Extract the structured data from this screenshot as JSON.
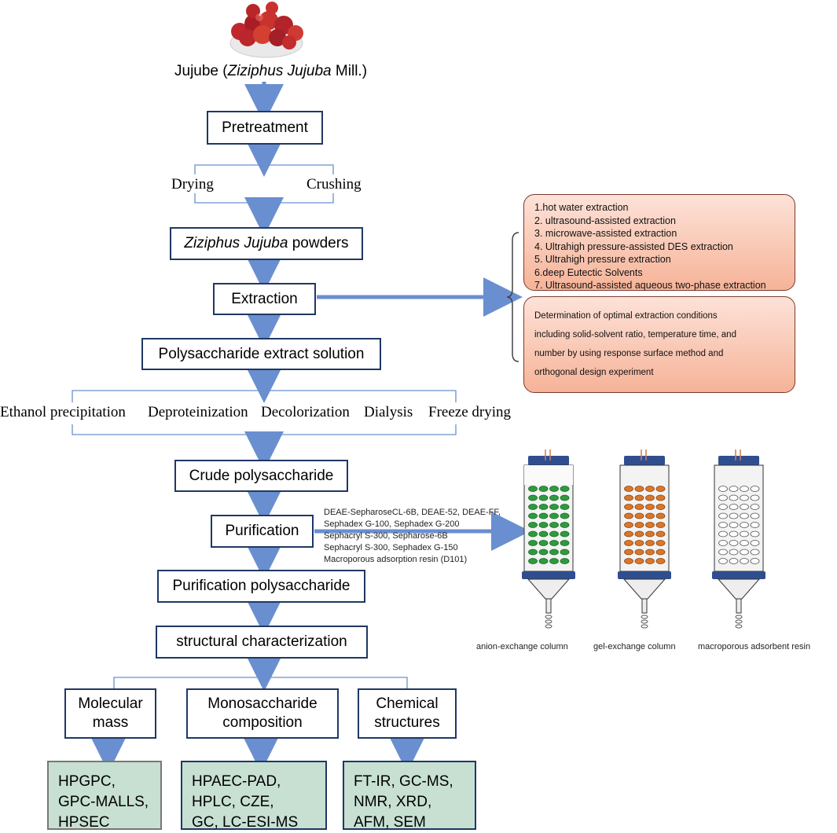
{
  "title": {
    "prefix": "Jujube (",
    "italic": "Ziziphus Jujuba",
    "suffix": " Mill.)"
  },
  "pretreatment": "Pretreatment",
  "pretreatment_steps": [
    "Drying",
    "Crushing"
  ],
  "powders": {
    "italic": "Ziziphus Jujuba",
    "suffix": " powders"
  },
  "extraction": "Extraction",
  "extraction_methods": [
    "1.hot water extraction",
    "2. ultrasound-assisted extraction",
    "3. microwave-assisted extraction",
    "4. Ultrahigh pressure-assisted DES extraction",
    "5. Ultrahigh pressure extraction",
    "6.deep Eutectic Solvents",
    "7. Ultrasound-assisted aqueous two-phase extraction"
  ],
  "extraction_conditions": [
    "Determination of optimal extraction conditions",
    "including solid-solvent ratio, temperature time, and",
    "number by using response surface method and",
    "orthogonal design experiment"
  ],
  "extract_solution": "Polysaccharide extract solution",
  "processing_steps": [
    "Ethanol precipitation",
    "Deproteinization",
    "Decolorization",
    "Dialysis",
    "Freeze drying"
  ],
  "crude": "Crude polysaccharide",
  "purification": "Purification",
  "purification_media": [
    "DEAE-SepharoseCL-6B, DEAE-52, DEAE-FF,",
    "Sephadex G-100, Sephadex G-200",
    "Sephacryl S-300, Sepharose-6B",
    "Sephacryl S-300, Sephadex G-150",
    "Macroporous adsorption resin (D101)"
  ],
  "columns": [
    "anion-exchange column",
    "gel-exchange column",
    "macroporous adsorbent resin"
  ],
  "purified": "Purification polysaccharide",
  "characterization": "structural characterization",
  "categories": [
    {
      "line1": "Molecular",
      "line2": "mass",
      "methods": [
        "HPGPC,",
        "GPC-MALLS,",
        "HPSEC"
      ]
    },
    {
      "line1": "Monosaccharide",
      "line2": "composition",
      "methods": [
        "HPAEC-PAD,",
        "HPLC, CZE,",
        "GC, LC-ESI-MS"
      ]
    },
    {
      "line1": "Chemical",
      "line2": "structures",
      "methods": [
        "FT-IR, GC-MS,",
        "NMR, XRD,",
        "AFM, SEM"
      ]
    }
  ],
  "colors": {
    "box_border": "#1f3864",
    "arrow": "#6a8fd0",
    "green_fill": "#c7e0d2",
    "orange_fill": "#f6b398",
    "bead_green": "#2e9a3c",
    "bead_orange": "#d9772a"
  }
}
